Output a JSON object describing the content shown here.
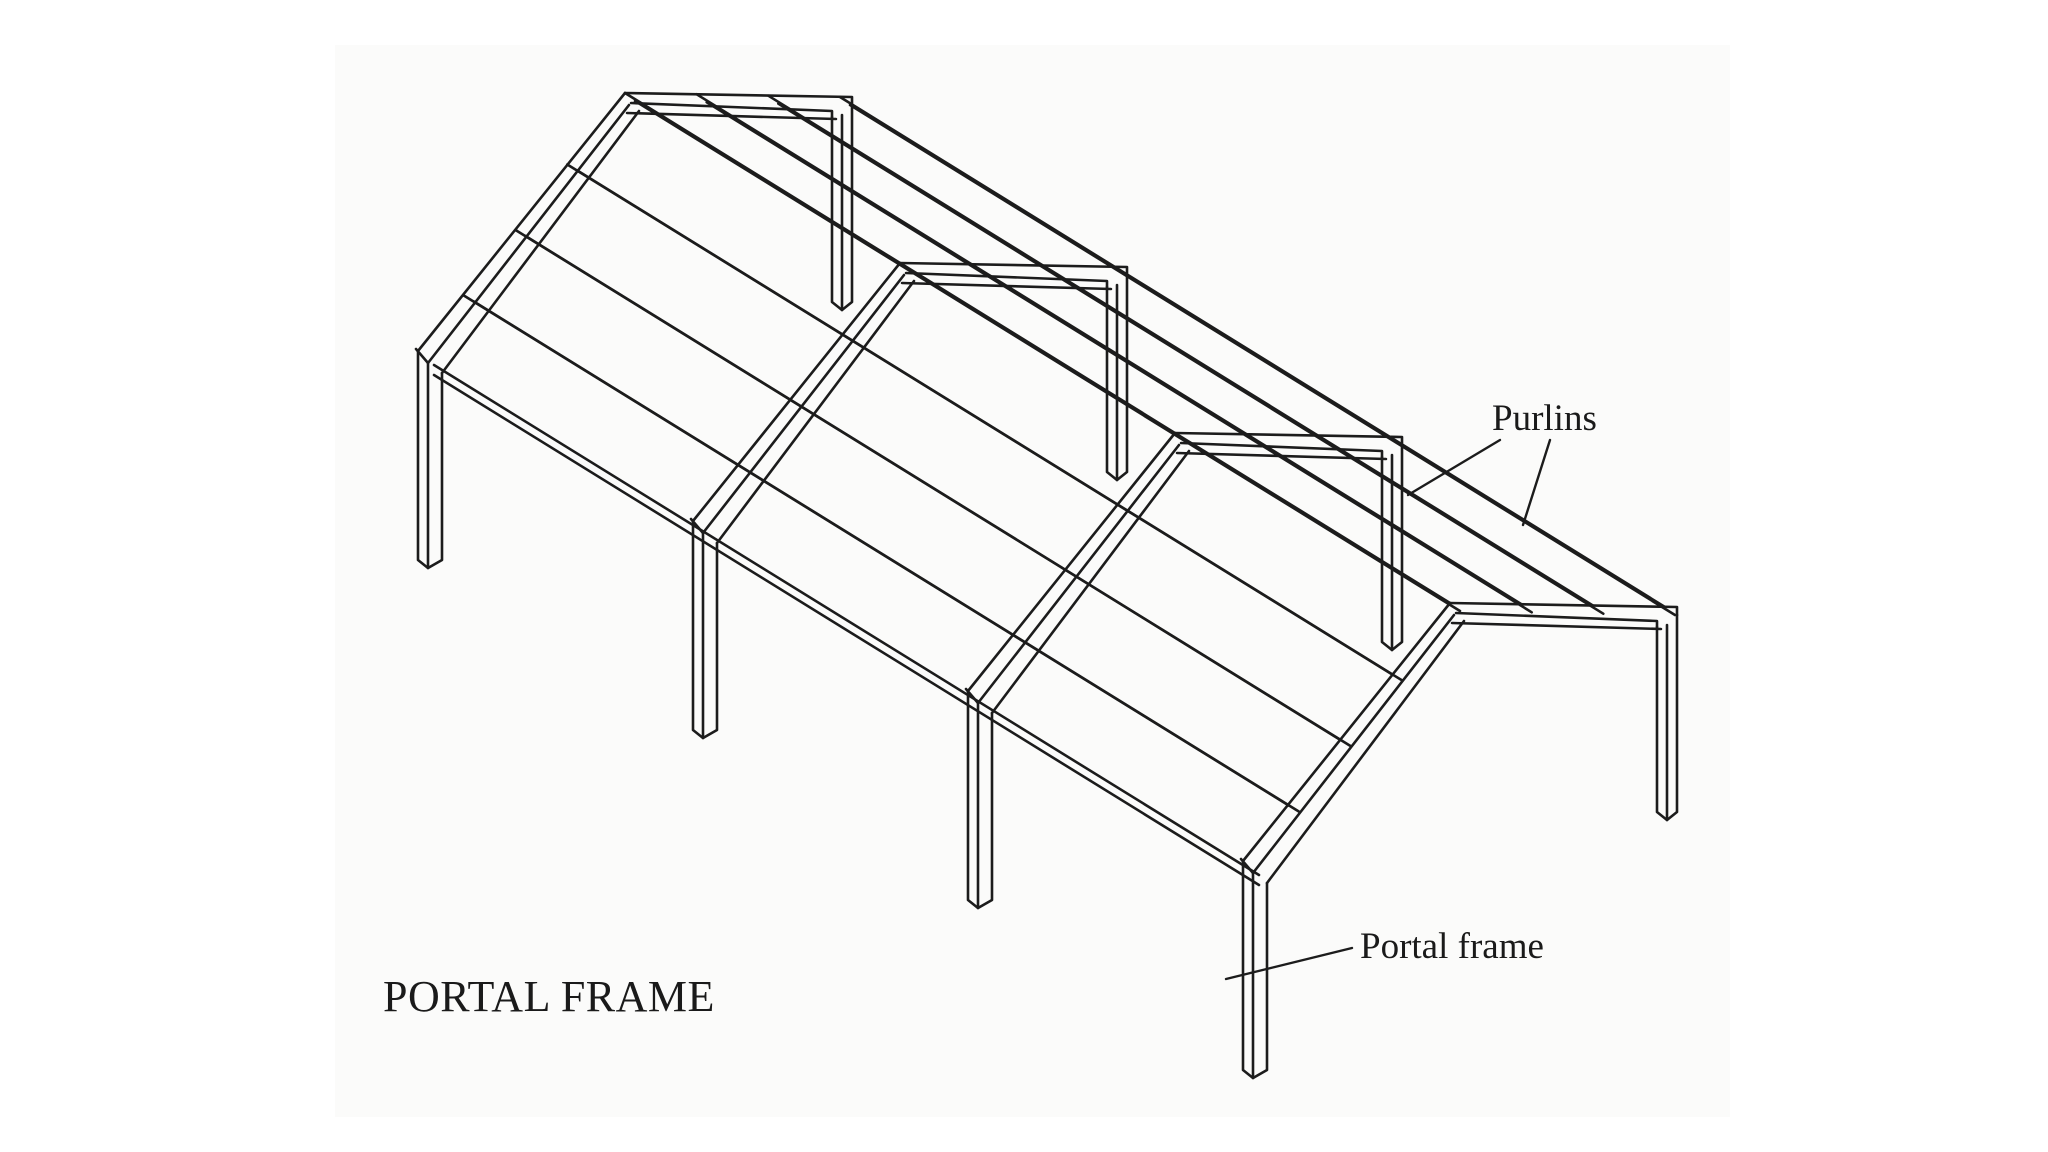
{
  "diagram": {
    "labels": {
      "purlins": "Purlins",
      "portal_frame": "Portal frame",
      "title": "PORTAL FRAME"
    },
    "counts": {
      "portal_frames": 4,
      "purlin_lines_per_slope": 3
    },
    "colors": {
      "line": "#1c1c1c",
      "background": "#ffffff"
    }
  }
}
